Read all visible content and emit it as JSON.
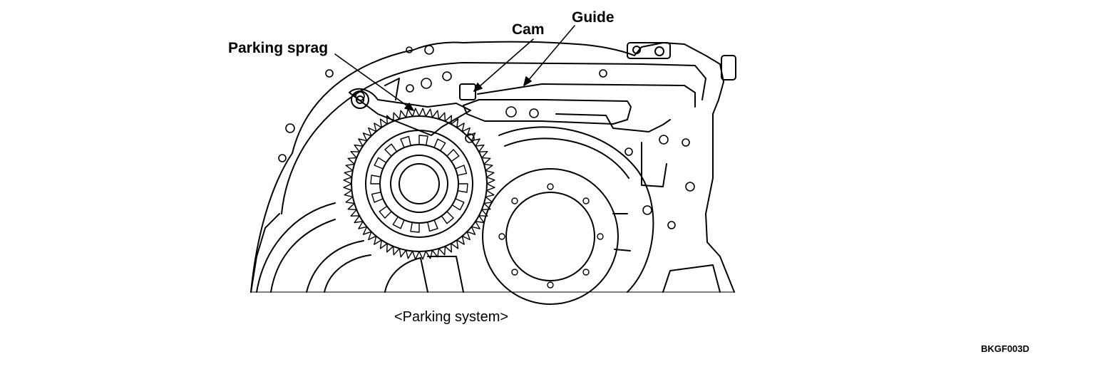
{
  "labels": {
    "parking_sprag": "Parking sprag",
    "cam": "Cam",
    "guide": "Guide"
  },
  "caption": "<Parking system>",
  "figure_code": "BKGF003D",
  "colors": {
    "ink": "#000000",
    "paper": "#ffffff"
  }
}
